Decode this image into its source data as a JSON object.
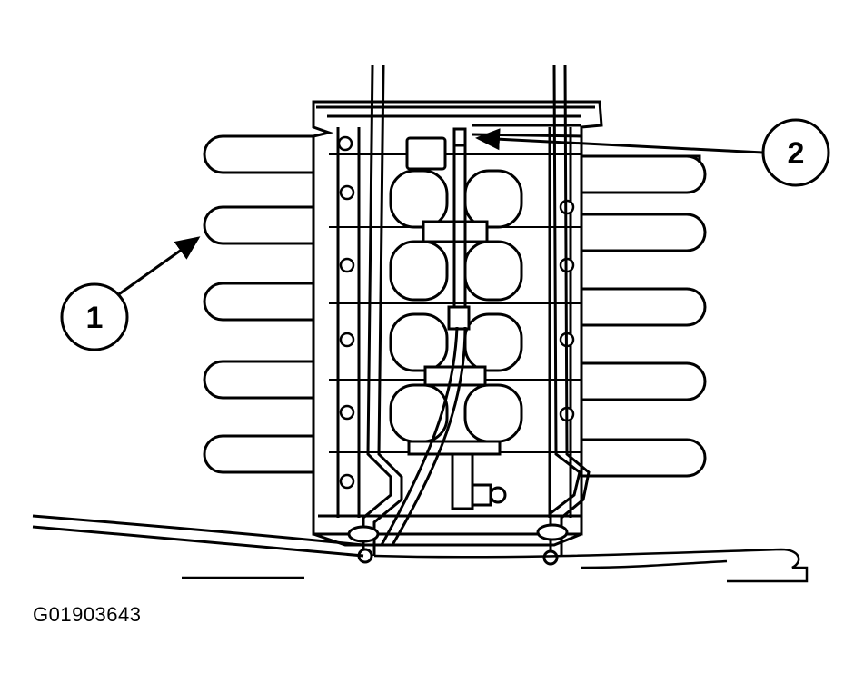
{
  "figure": {
    "id_label": "G01903643",
    "line_color": "#000000",
    "background_color": "#ffffff",
    "callouts": [
      {
        "number": "1"
      },
      {
        "number": "2"
      }
    ]
  }
}
